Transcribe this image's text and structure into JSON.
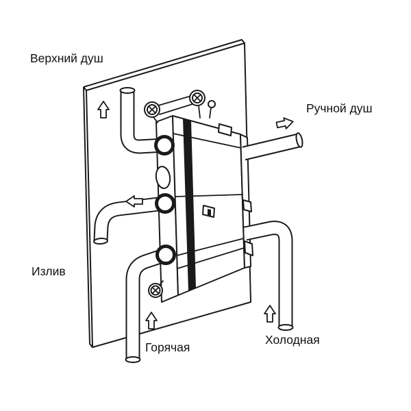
{
  "diagram": {
    "labels": {
      "top_shower": "Верхний душ",
      "hand_shower": "Ручной душ",
      "spout": "Излив",
      "hot": "Горячая",
      "cold": "Холодная"
    },
    "arrows": [
      {
        "name": "top-shower-flow",
        "direction": "up"
      },
      {
        "name": "hand-shower-flow",
        "direction": "right"
      },
      {
        "name": "spout-flow",
        "direction": "left"
      },
      {
        "name": "hot-inlet-flow",
        "direction": "up"
      },
      {
        "name": "cold-inlet-flow",
        "direction": "up"
      }
    ],
    "colors": {
      "background": "#ffffff",
      "line": "#1a1a1a"
    }
  }
}
